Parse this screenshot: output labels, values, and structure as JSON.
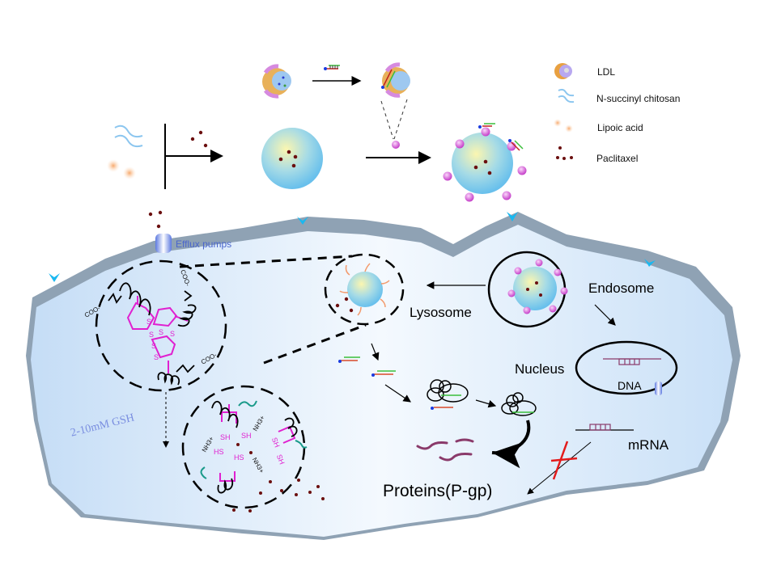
{
  "legend": {
    "items": [
      {
        "icon": "ldl-icon",
        "label": "LDL"
      },
      {
        "icon": "chitosan-icon",
        "label": "N-succinyl chitosan"
      },
      {
        "icon": "lipoic-acid-icon",
        "label": "Lipoic acid"
      },
      {
        "icon": "paclitaxel-icon",
        "label": "Paclitaxel"
      }
    ]
  },
  "labels": {
    "efflux_pumps": "Efflux pumps",
    "lysosome": "Lysosome",
    "endosome": "Endosome",
    "nucleus": "Nucleus",
    "dna": "DNA",
    "mrna": "mRNA",
    "proteins": "Proteins(P-gp)",
    "gsh": "2-10mM GSH"
  },
  "chem_labels": {
    "sh1": "SH",
    "sh2": "SH",
    "hs1": "HS",
    "hs2": "HS",
    "sh3": "SH",
    "sh4": "SH",
    "nh3a": "NH3+",
    "nh3b": "NH3+",
    "nh3c": "NH3+",
    "coo1": "COO-",
    "coo2": "COO-",
    "coo3": "COO-",
    "s": "S"
  },
  "colors": {
    "cell_fill": "#d6e8f8",
    "membrane": "#8fa2b4",
    "receptor": "#1ab8f0",
    "paclitaxel": "#6b0f0f",
    "ldl_pink": "#d65ad6",
    "disulfide": "#e020d0",
    "inhibit": "#e31b1b",
    "mrna": "#8a3a6a"
  }
}
